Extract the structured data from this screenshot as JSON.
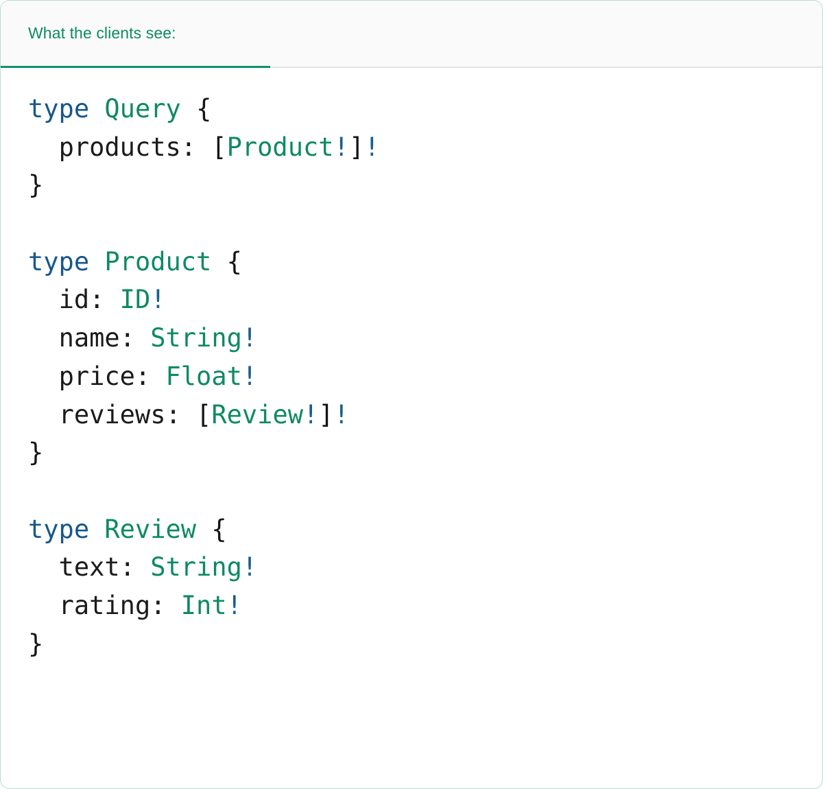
{
  "card": {
    "border_color": "#b9ddca",
    "background": "#ffffff"
  },
  "header": {
    "background": "#fafafa",
    "active_tab": {
      "label": "What the clients see:",
      "color": "#0d8a63",
      "underline_color": "#10916a"
    },
    "divider_color": "#e4e4e4"
  },
  "colors": {
    "keyword": "#17578b",
    "type_name": "#0e8a63",
    "field_name": "#1b1b1b",
    "punctuation": "#141414",
    "non_null_bang": "#1b5e8e"
  },
  "code": {
    "language": "graphql",
    "lines": [
      {
        "n": 1,
        "tokens": [
          {
            "t": "type",
            "k": "kw"
          },
          {
            "t": " ",
            "k": "plain"
          },
          {
            "t": "Query",
            "k": "type"
          },
          {
            "t": " ",
            "k": "plain"
          },
          {
            "t": "{",
            "k": "punct"
          }
        ]
      },
      {
        "n": 2,
        "tokens": [
          {
            "t": "  ",
            "k": "plain"
          },
          {
            "t": "products:",
            "k": "field"
          },
          {
            "t": " ",
            "k": "plain"
          },
          {
            "t": "[",
            "k": "punct"
          },
          {
            "t": "Product",
            "k": "type"
          },
          {
            "t": "!",
            "k": "bang"
          },
          {
            "t": "]",
            "k": "punct"
          },
          {
            "t": "!",
            "k": "bang"
          }
        ]
      },
      {
        "n": 3,
        "tokens": [
          {
            "t": "}",
            "k": "punct"
          }
        ]
      },
      {
        "n": 4,
        "tokens": []
      },
      {
        "n": 5,
        "tokens": [
          {
            "t": "type",
            "k": "kw"
          },
          {
            "t": " ",
            "k": "plain"
          },
          {
            "t": "Product",
            "k": "type"
          },
          {
            "t": " ",
            "k": "plain"
          },
          {
            "t": "{",
            "k": "punct"
          }
        ]
      },
      {
        "n": 6,
        "tokens": [
          {
            "t": "  ",
            "k": "plain"
          },
          {
            "t": "id:",
            "k": "field"
          },
          {
            "t": " ",
            "k": "plain"
          },
          {
            "t": "ID",
            "k": "type"
          },
          {
            "t": "!",
            "k": "bang"
          }
        ]
      },
      {
        "n": 7,
        "tokens": [
          {
            "t": "  ",
            "k": "plain"
          },
          {
            "t": "name:",
            "k": "field"
          },
          {
            "t": " ",
            "k": "plain"
          },
          {
            "t": "String",
            "k": "type"
          },
          {
            "t": "!",
            "k": "bang"
          }
        ]
      },
      {
        "n": 8,
        "tokens": [
          {
            "t": "  ",
            "k": "plain"
          },
          {
            "t": "price:",
            "k": "field"
          },
          {
            "t": " ",
            "k": "plain"
          },
          {
            "t": "Float",
            "k": "type"
          },
          {
            "t": "!",
            "k": "bang"
          }
        ]
      },
      {
        "n": 9,
        "tokens": [
          {
            "t": "  ",
            "k": "plain"
          },
          {
            "t": "reviews:",
            "k": "field"
          },
          {
            "t": " ",
            "k": "plain"
          },
          {
            "t": "[",
            "k": "punct"
          },
          {
            "t": "Review",
            "k": "type"
          },
          {
            "t": "!",
            "k": "bang"
          },
          {
            "t": "]",
            "k": "punct"
          },
          {
            "t": "!",
            "k": "bang"
          }
        ]
      },
      {
        "n": 10,
        "tokens": [
          {
            "t": "}",
            "k": "punct"
          }
        ]
      },
      {
        "n": 11,
        "tokens": []
      },
      {
        "n": 12,
        "tokens": [
          {
            "t": "type",
            "k": "kw"
          },
          {
            "t": " ",
            "k": "plain"
          },
          {
            "t": "Review",
            "k": "type"
          },
          {
            "t": " ",
            "k": "plain"
          },
          {
            "t": "{",
            "k": "punct"
          }
        ]
      },
      {
        "n": 13,
        "tokens": [
          {
            "t": "  ",
            "k": "plain"
          },
          {
            "t": "text:",
            "k": "field"
          },
          {
            "t": " ",
            "k": "plain"
          },
          {
            "t": "String",
            "k": "type"
          },
          {
            "t": "!",
            "k": "bang"
          }
        ]
      },
      {
        "n": 14,
        "tokens": [
          {
            "t": "  ",
            "k": "plain"
          },
          {
            "t": "rating:",
            "k": "field"
          },
          {
            "t": " ",
            "k": "plain"
          },
          {
            "t": "Int",
            "k": "type"
          },
          {
            "t": "!",
            "k": "bang"
          }
        ]
      },
      {
        "n": 15,
        "tokens": [
          {
            "t": "}",
            "k": "punct"
          }
        ]
      }
    ],
    "plain_text": "type Query {\n  products: [Product!]!\n}\n\ntype Product {\n  id: ID!\n  name: String!\n  price: Float!\n  reviews: [Review!]!\n}\n\ntype Review {\n  text: String!\n  rating: Int!\n}"
  }
}
